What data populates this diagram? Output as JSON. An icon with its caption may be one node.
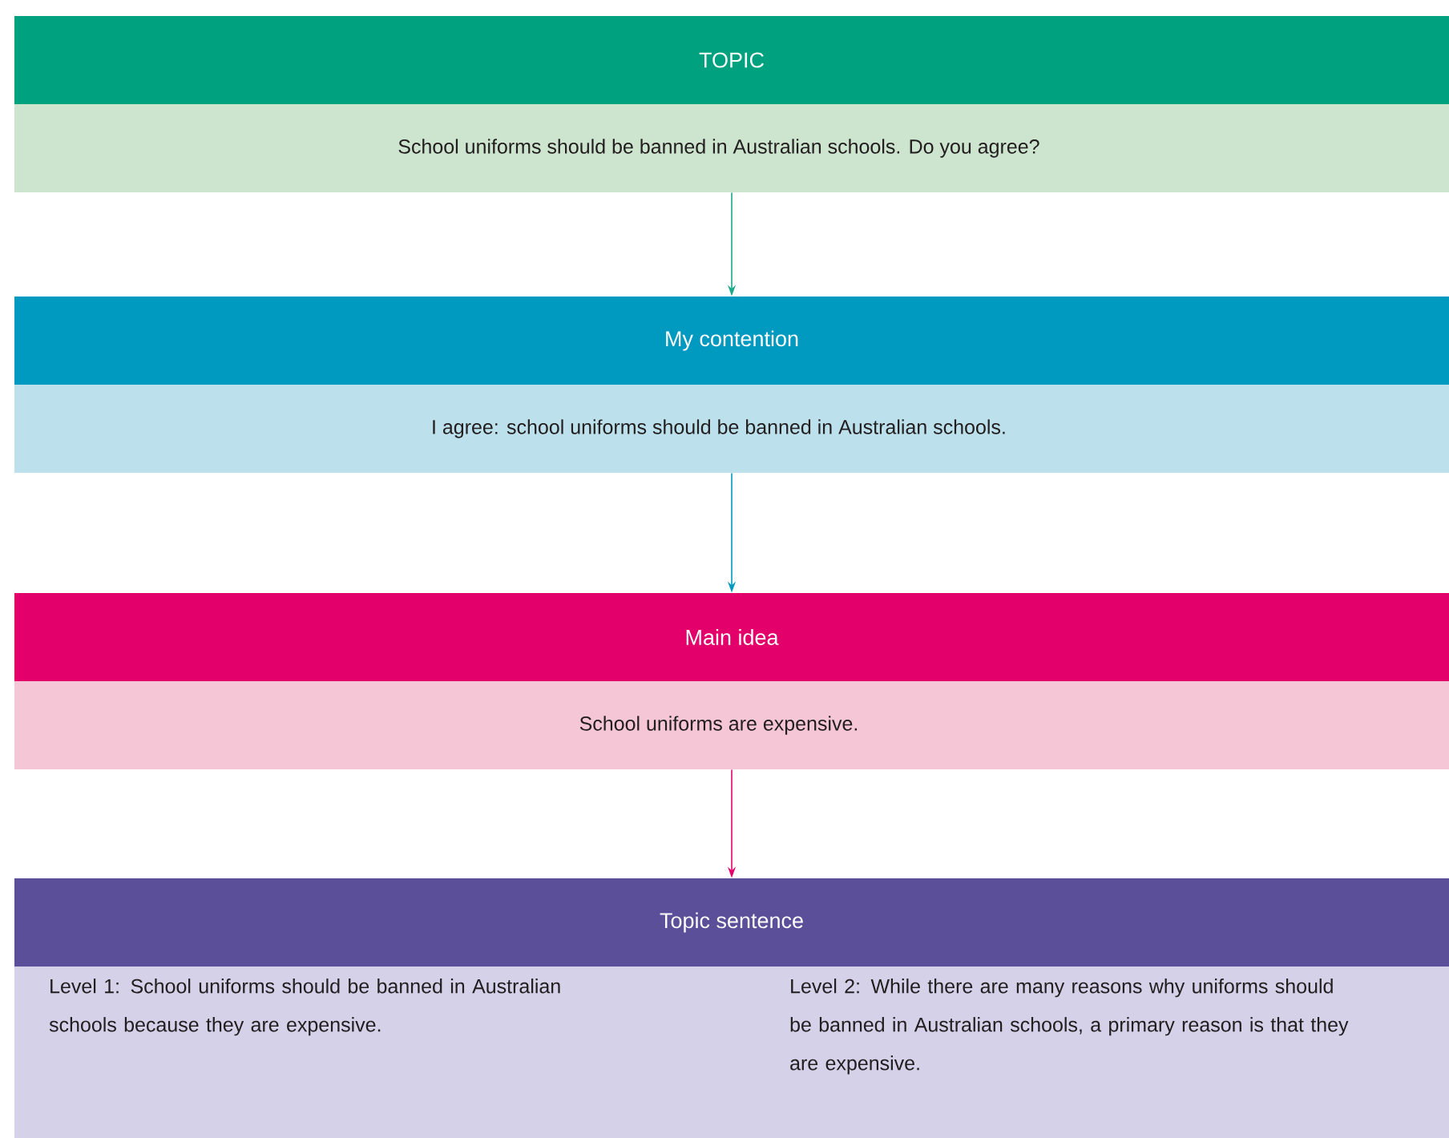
{
  "diagram": {
    "nodes": [
      {
        "text": [
          "TOPIC",
          "School uniforms should be banned in Australian schools. Do you agree?"
        ]
      },
      {
        "text": [
          "My contention",
          "I agree: school uniforms should be banned in Australian schools."
        ]
      },
      {
        "text": [
          "Main idea",
          "School uniforms are expensive."
        ]
      },
      {
        "text": [
          "Topic sentence",
          "Level 1: School uniforms should be banned in Australian schools because they are expensive.",
          "Level 2: While there are many reasons why uniforms should be banned in Australian schools, a primary reason is that they are expensive."
        ]
      }
    ],
    "edges": [
      {
        "from": 0,
        "to": 1,
        "arrow": "to",
        "color": "#1aa88a"
      },
      {
        "from": 1,
        "to": 2,
        "arrow": "to",
        "color": "#0099c0"
      },
      {
        "from": 2,
        "to": 3,
        "arrow": "to",
        "color": "#e5006d"
      }
    ]
  }
}
